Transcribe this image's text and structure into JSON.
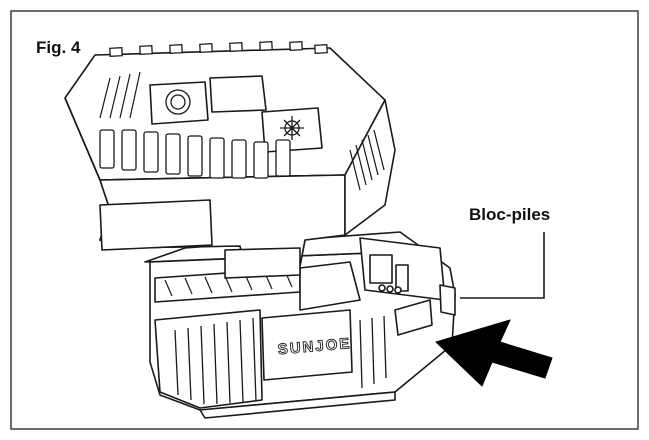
{
  "figure": {
    "label": "Fig. 4",
    "callout": "Bloc-piles",
    "brand": "SUNJOE",
    "colors": {
      "stroke": "#1a1a1a",
      "background": "#ffffff",
      "arrow": "#000000"
    },
    "icons": [
      "frame",
      "charger",
      "battery-pack",
      "insert-arrow-icon"
    ]
  }
}
